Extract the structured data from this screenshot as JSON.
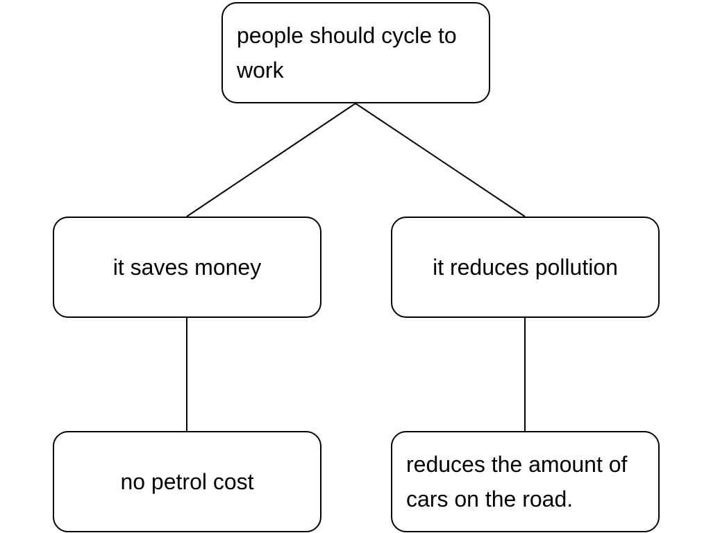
{
  "diagram": {
    "root": {
      "text": "people should cycle to work"
    },
    "branches": [
      {
        "text": "it saves money",
        "children": [
          {
            "text": "no petrol cost"
          }
        ]
      },
      {
        "text": "it reduces pollution",
        "children": [
          {
            "text": "reduces the amount of cars on the road."
          }
        ]
      }
    ]
  }
}
